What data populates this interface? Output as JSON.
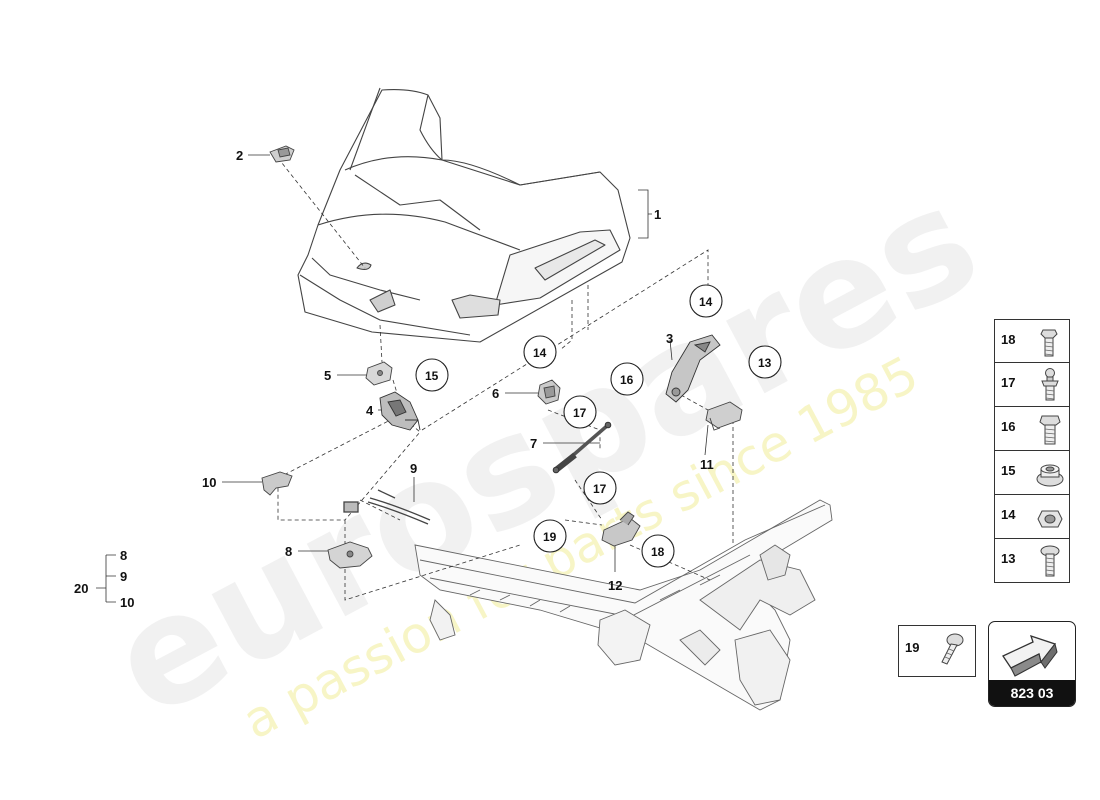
{
  "watermark": {
    "brand": "eurospares",
    "tagline": "a passion for parts since 1985"
  },
  "callouts": {
    "c1": "1",
    "c2": "2",
    "c3": "3",
    "c4": "4",
    "c5": "5",
    "c6": "6",
    "c7": "7",
    "c8": "8",
    "c9": "9",
    "c10": "10",
    "c11": "11",
    "c12": "12",
    "c20": "20",
    "g8": "8",
    "g9": "9",
    "g10": "10"
  },
  "circles": {
    "k15a": "15",
    "k14a": "14",
    "k17a": "17",
    "k14b": "14",
    "k16": "16",
    "k13": "13",
    "k17b": "17",
    "k19": "19",
    "k18": "18"
  },
  "fastener_panel": [
    {
      "number": "18",
      "icon": "flange-bolt-icon"
    },
    {
      "number": "17",
      "icon": "ball-stud-icon"
    },
    {
      "number": "16",
      "icon": "hex-bolt-icon"
    },
    {
      "number": "15",
      "icon": "flange-nut-icon"
    },
    {
      "number": "14",
      "icon": "hex-nut-icon"
    },
    {
      "number": "13",
      "icon": "pan-head-screw-icon"
    }
  ],
  "extra_part": {
    "number": "19",
    "icon": "round-head-bolt-icon"
  },
  "reference": {
    "label": "823 03",
    "icon": "direction-arrow-icon"
  }
}
